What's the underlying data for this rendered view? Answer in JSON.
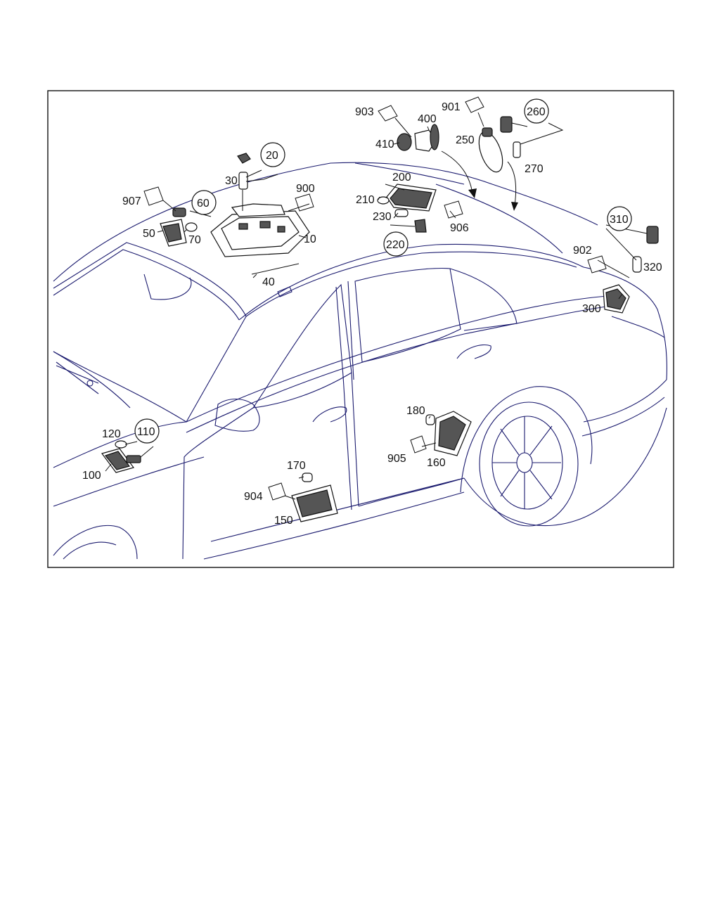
{
  "labels": {
    "l10": "10",
    "l20": "20",
    "l30": "30",
    "l40": "40",
    "l50": "50",
    "l60": "60",
    "l70": "70",
    "l100": "100",
    "l110": "110",
    "l120": "120",
    "l150": "150",
    "l160": "160",
    "l170": "170",
    "l180": "180",
    "l200": "200",
    "l210": "210",
    "l220": "220",
    "l230": "230",
    "l250": "250",
    "l260": "260",
    "l270": "270",
    "l300": "300",
    "l310": "310",
    "l320": "320",
    "l400": "400",
    "l410": "410",
    "l900": "900",
    "l901": "901",
    "l902": "902",
    "l903": "903",
    "l904": "904",
    "l905": "905",
    "l906": "906",
    "l907": "907"
  }
}
